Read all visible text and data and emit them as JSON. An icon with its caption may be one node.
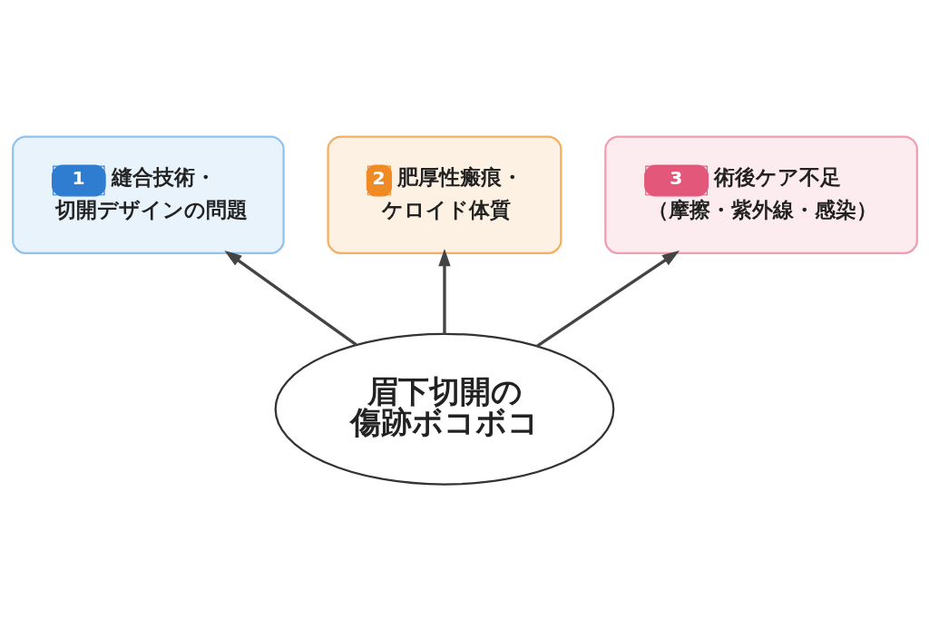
{
  "diagram": {
    "nodes": [
      {
        "text": [
          "1",
          "縫合技術・切開デザインの問題"
        ]
      },
      {
        "text": [
          "2",
          "肥厚性瘢痕・ケロイド体質"
        ]
      },
      {
        "text": [
          "3",
          "術後ケア不足",
          "（摩擦・紫外線・感染）"
        ]
      },
      {
        "text": [
          "眉下切開の傷跡ボコボコ"
        ]
      }
    ],
    "edges": [
      {
        "from": 3,
        "to": 0,
        "arrow": "to"
      },
      {
        "from": 3,
        "to": 1,
        "arrow": "to"
      },
      {
        "from": 3,
        "to": 2,
        "arrow": "to"
      }
    ]
  }
}
